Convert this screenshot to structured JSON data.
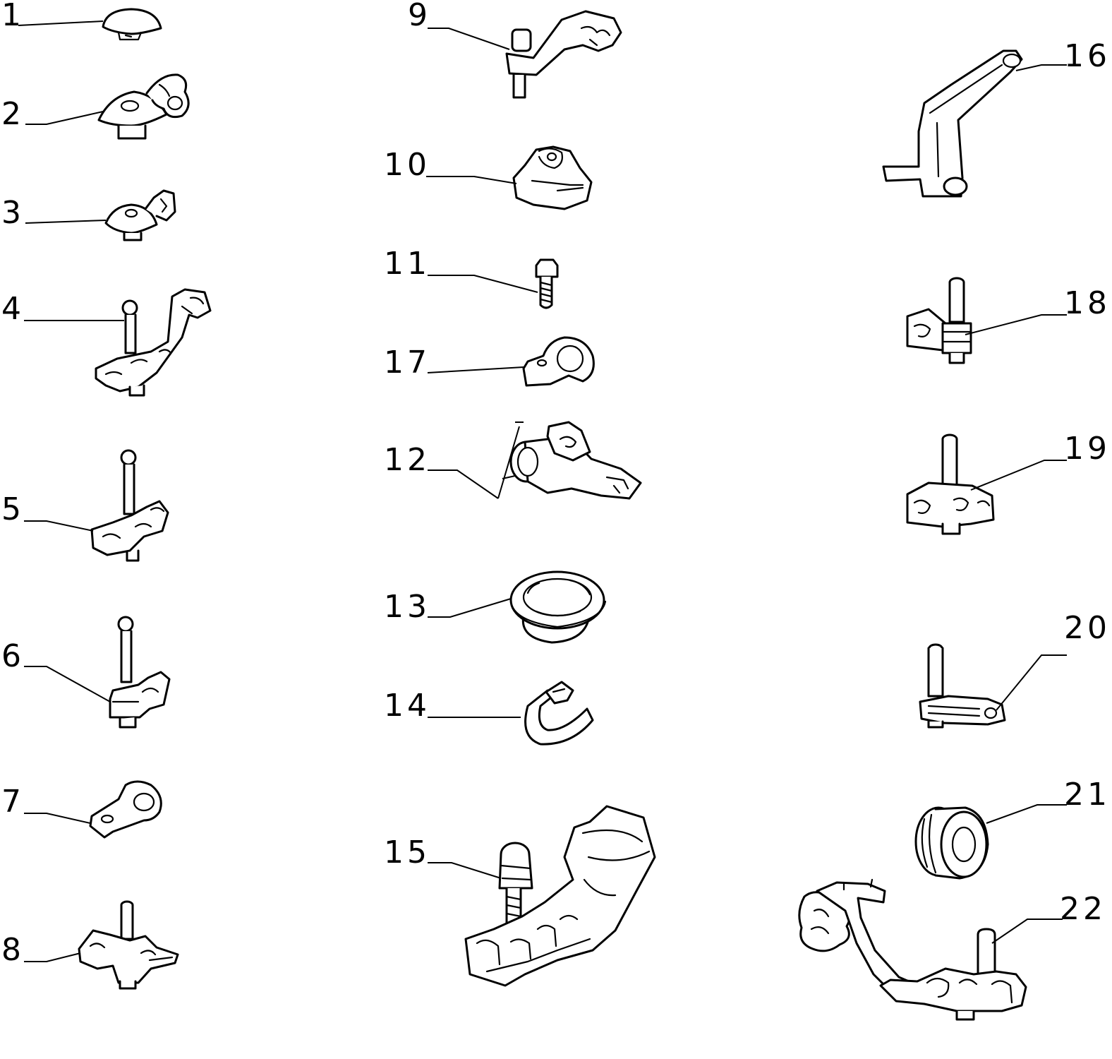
{
  "diagram": {
    "part_numbers": [
      "1",
      "2",
      "3",
      "4",
      "5",
      "6",
      "7",
      "8",
      "9",
      "10",
      "11",
      "17",
      "12",
      "13",
      "14",
      "15",
      "16",
      "18",
      "19",
      "20",
      "21",
      "22"
    ]
  },
  "parts": [
    {
      "key": "p1",
      "label": "1"
    },
    {
      "key": "p2",
      "label": "2"
    },
    {
      "key": "p3",
      "label": "3"
    },
    {
      "key": "p4",
      "label": "4"
    },
    {
      "key": "p5",
      "label": "5"
    },
    {
      "key": "p6",
      "label": "6"
    },
    {
      "key": "p7",
      "label": "7"
    },
    {
      "key": "p8",
      "label": "8"
    },
    {
      "key": "p9",
      "label": "9"
    },
    {
      "key": "p10",
      "label": "10"
    },
    {
      "key": "p11",
      "label": "11"
    },
    {
      "key": "p17",
      "label": "17"
    },
    {
      "key": "p12",
      "label": "12"
    },
    {
      "key": "p13",
      "label": "13"
    },
    {
      "key": "p14",
      "label": "14"
    },
    {
      "key": "p15",
      "label": "15"
    },
    {
      "key": "p16",
      "label": "16"
    },
    {
      "key": "p18",
      "label": "18"
    },
    {
      "key": "p19",
      "label": "19"
    },
    {
      "key": "p20",
      "label": "20"
    },
    {
      "key": "p21",
      "label": "21"
    },
    {
      "key": "p22",
      "label": "22"
    }
  ]
}
